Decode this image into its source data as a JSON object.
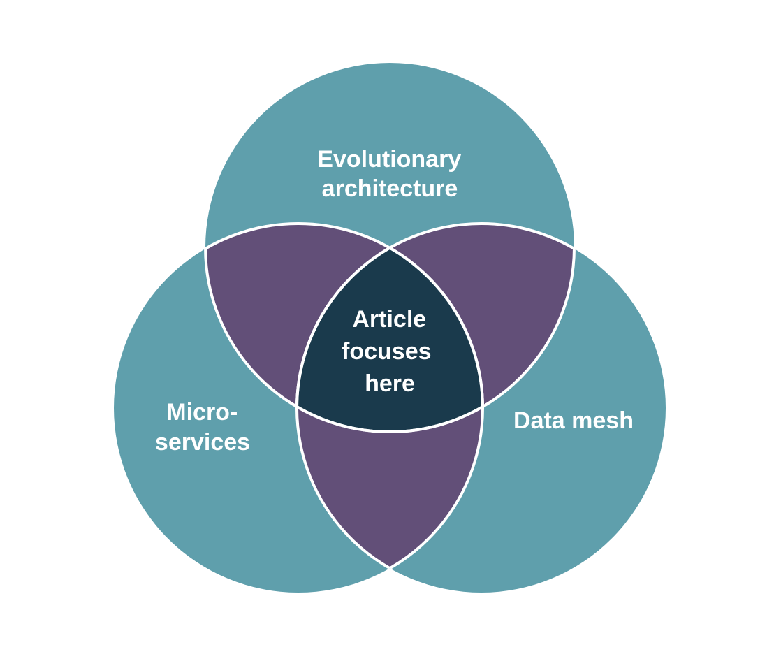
{
  "diagram": {
    "sets": [
      {
        "id": "top",
        "lines": [
          "Evolutionary",
          "architecture"
        ]
      },
      {
        "id": "left",
        "lines": [
          "Micro-",
          "services"
        ]
      },
      {
        "id": "right",
        "lines": [
          "Data mesh"
        ]
      }
    ],
    "center": {
      "lines": [
        "Article",
        "focuses",
        "here"
      ]
    }
  },
  "colors": {
    "background": "#ffffff",
    "set_fill": "#5f9fac",
    "pair_overlap_fill": "#624f78",
    "center_fill": "#1a3a4c",
    "outline": "#ffffff",
    "text": "#ffffff"
  }
}
